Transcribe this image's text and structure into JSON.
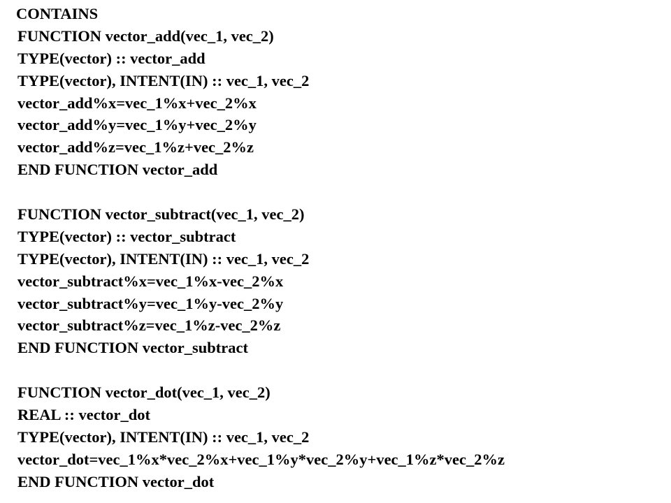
{
  "code": {
    "header": "CONTAINS",
    "lines": [
      "FUNCTION vector_add(vec_1, vec_2)",
      "TYPE(vector) :: vector_add",
      "TYPE(vector), INTENT(IN) :: vec_1, vec_2",
      "vector_add%x=vec_1%x+vec_2%x",
      "vector_add%y=vec_1%y+vec_2%y",
      "vector_add%z=vec_1%z+vec_2%z",
      "END FUNCTION vector_add",
      "",
      "FUNCTION vector_subtract(vec_1, vec_2)",
      "TYPE(vector) :: vector_subtract",
      "TYPE(vector), INTENT(IN) :: vec_1, vec_2",
      "vector_subtract%x=vec_1%x-vec_2%x",
      "vector_subtract%y=vec_1%y-vec_2%y",
      "vector_subtract%z=vec_1%z-vec_2%z",
      "END FUNCTION vector_subtract",
      "",
      "FUNCTION vector_dot(vec_1, vec_2)",
      "REAL :: vector_dot",
      "TYPE(vector), INTENT(IN) :: vec_1, vec_2",
      "vector_dot=vec_1%x*vec_2%x+vec_1%y*vec_2%y+vec_1%z*vec_2%z",
      "END FUNCTION vector_dot"
    ]
  }
}
